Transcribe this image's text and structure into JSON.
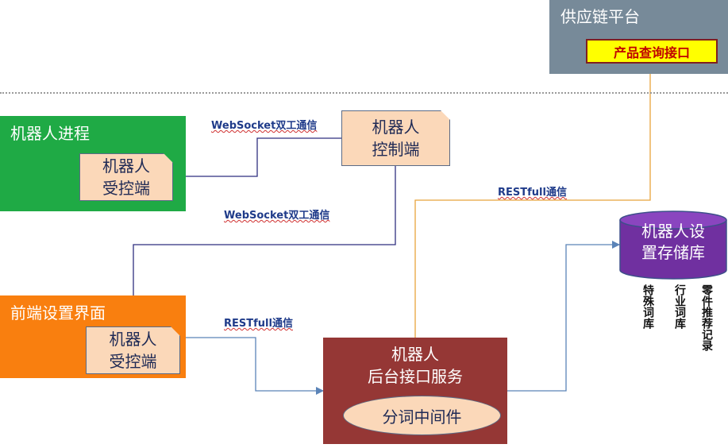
{
  "supply_chain": {
    "title": "供应链平台",
    "product_query": "产品查询接口"
  },
  "robot_process": {
    "title": "机器人进程",
    "controlled_line1": "机器人",
    "controlled_line2": "受控端"
  },
  "controller": {
    "line1": "机器人",
    "line2": "控制端"
  },
  "frontend": {
    "title": "前端设置界面",
    "controlled_line1": "机器人",
    "controlled_line2": "受控端"
  },
  "backend": {
    "line1": "机器人",
    "line2": "后台接口服务",
    "segmentation": "分词中间件"
  },
  "database": {
    "line1": "机器人设",
    "line2": "置存储库",
    "libraries": [
      "特殊词库",
      "行业词库",
      "零件推荐记录"
    ]
  },
  "connections": {
    "websocket_1": "WebSocket双工通信",
    "websocket_2": "WebSocket双工通信",
    "rest_1": "RESTfull通信",
    "rest_2": "RESTfull通信"
  },
  "colors": {
    "supply_chain": "#778a99",
    "product_query": "#ffff00",
    "robot_process": "#1faa45",
    "frontend": "#f97f0f",
    "card_fill": "#fbd8b9",
    "backend": "#953735",
    "database": "#7030a0",
    "websocket_line": "#2f2f7f",
    "rest_line": "#e8a33c",
    "rest_line_blue": "#5b84b8"
  }
}
